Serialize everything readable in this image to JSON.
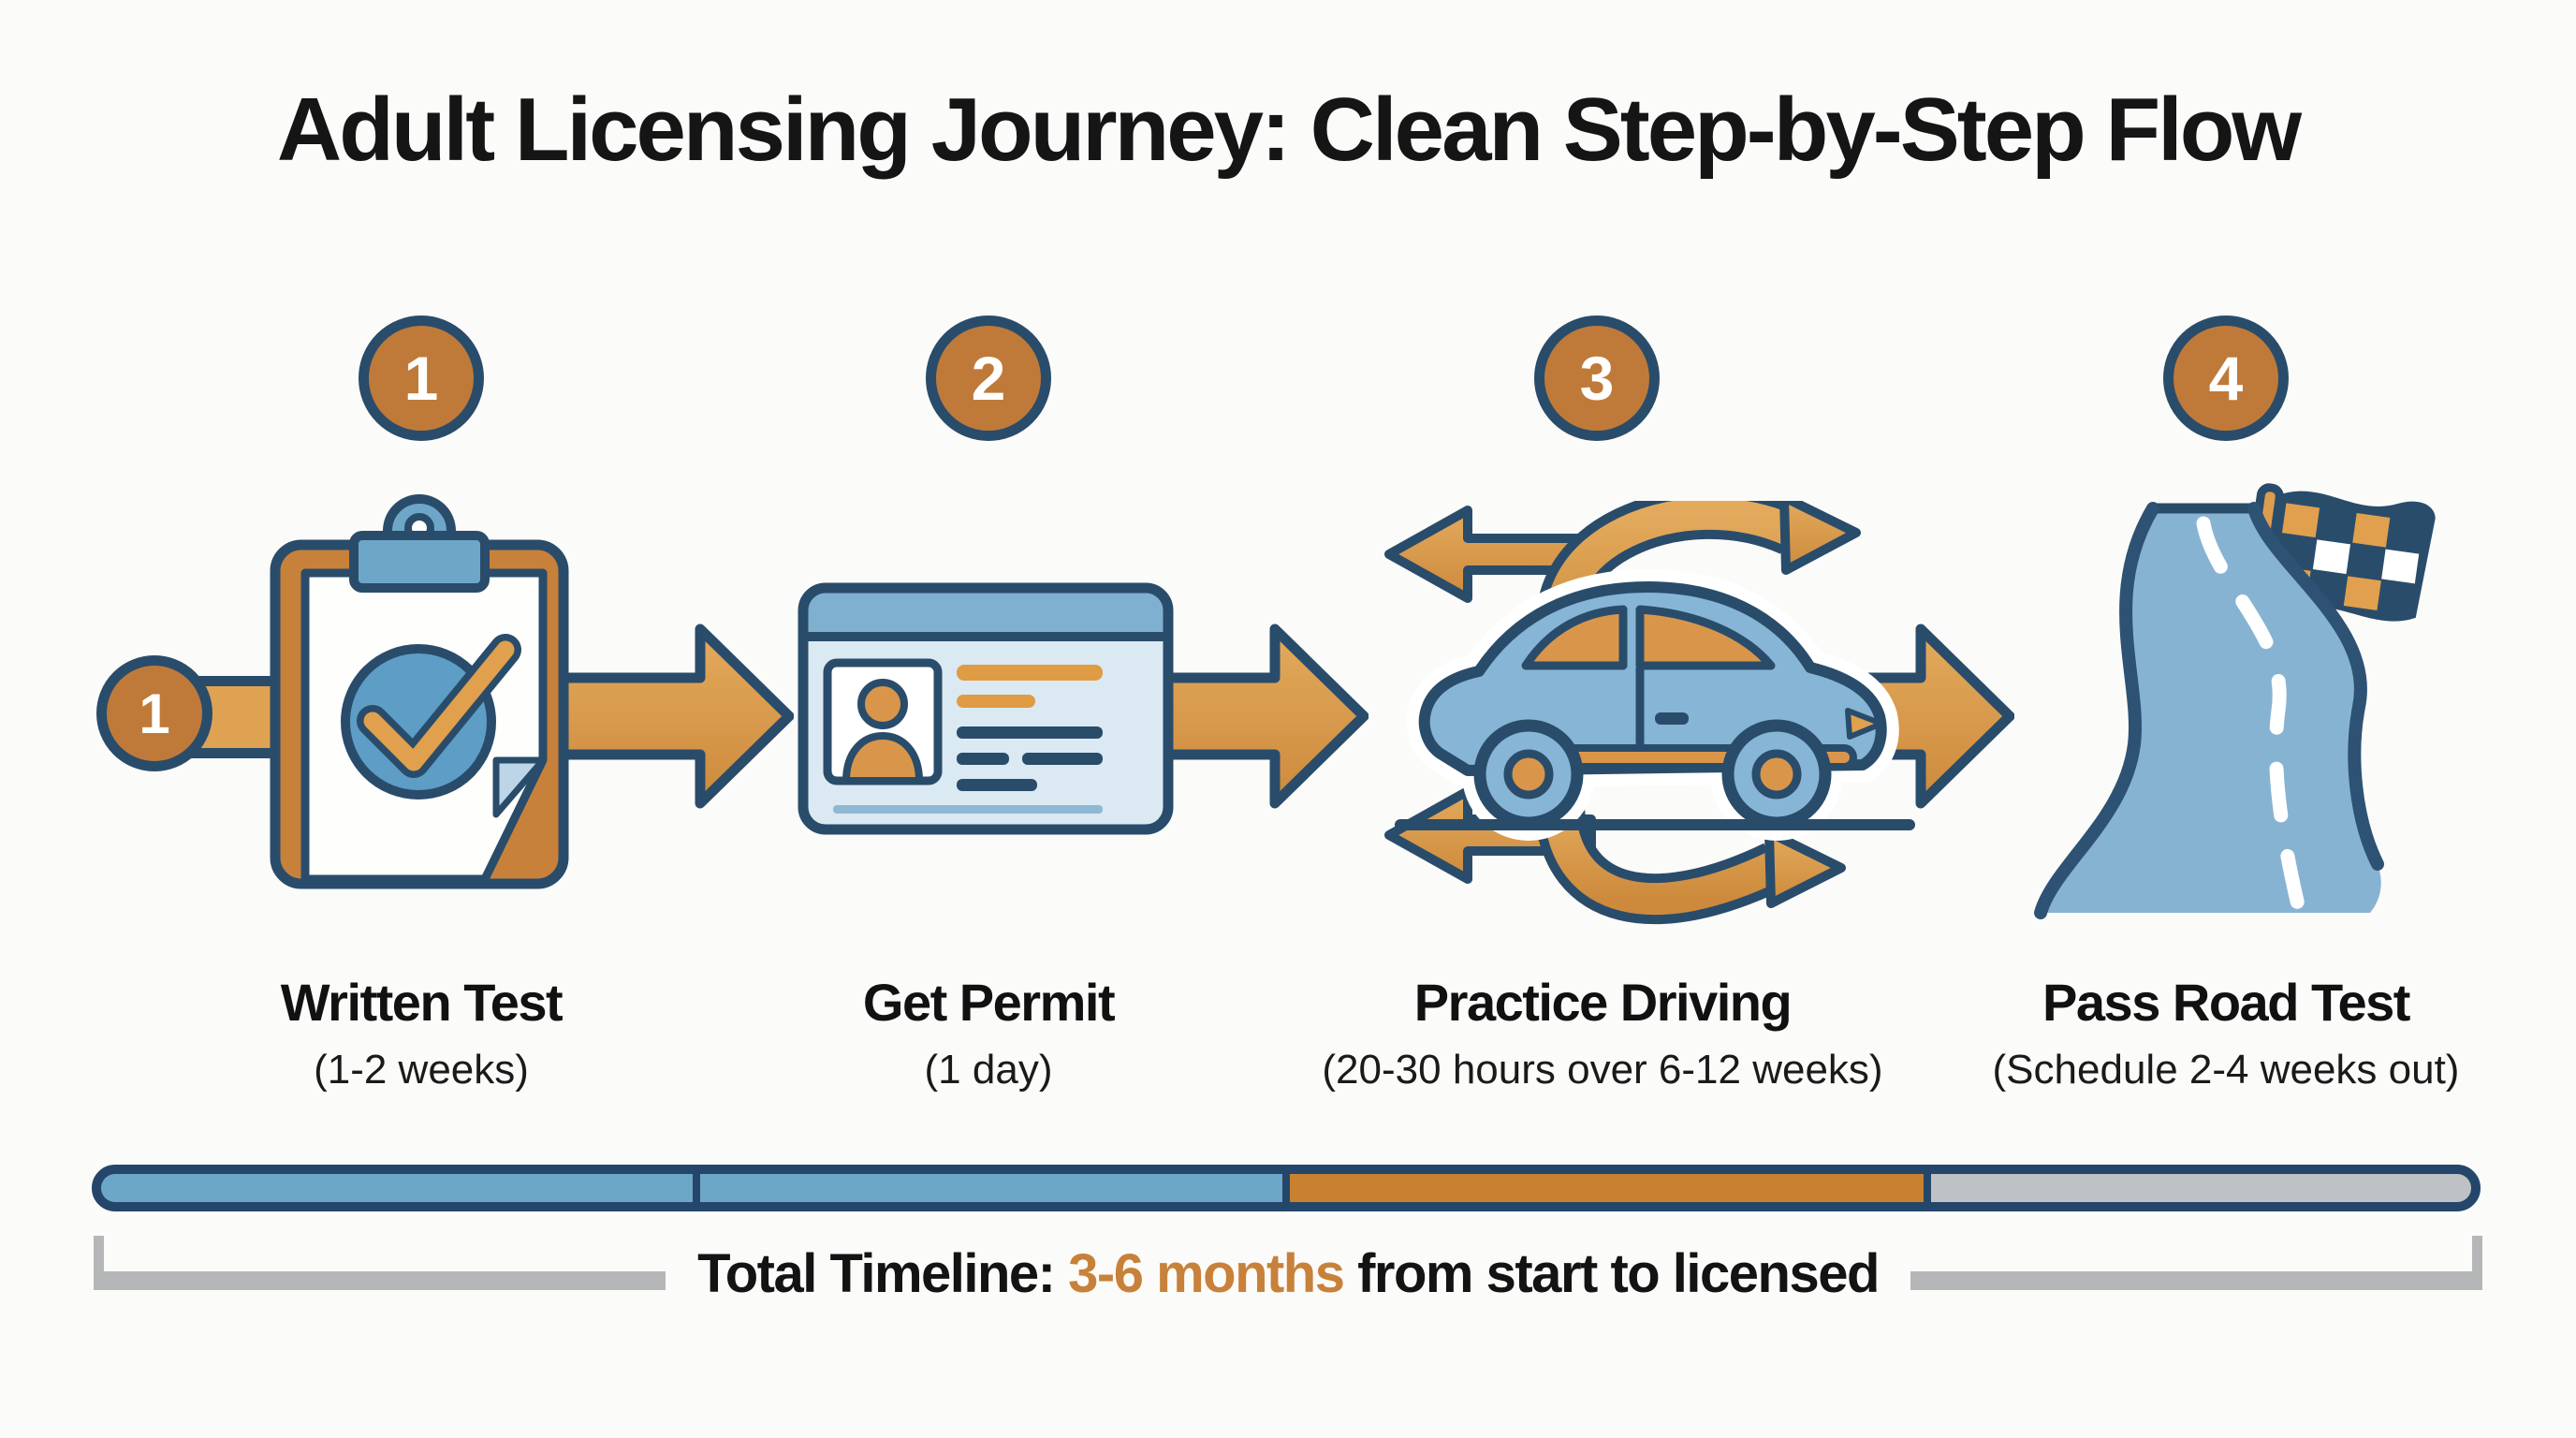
{
  "title": "Adult Licensing Journey: Clean Step-by-Step Flow",
  "start_marker": {
    "number": "1"
  },
  "steps": [
    {
      "number": "1",
      "title": "Written Test",
      "duration": "(1-2 weeks)",
      "icon": "clipboard-check-icon"
    },
    {
      "number": "2",
      "title": "Get Permit",
      "duration": "(1 day)",
      "icon": "id-card-icon"
    },
    {
      "number": "3",
      "title": "Practice Driving",
      "duration": "(20-30 hours over 6-12 weeks)",
      "icon": "car-practice-arrows-icon"
    },
    {
      "number": "4",
      "title": "Pass Road Test",
      "duration": "(Schedule 2-4 weeks out)",
      "icon": "road-finish-flag-icon"
    }
  ],
  "timeline_bar": {
    "segments": [
      {
        "color": "#6da7c8",
        "flex": 25.2
      },
      {
        "color": "#6da7c8",
        "flex": 24.8
      },
      {
        "color": "#c8822f",
        "flex": 27.0
      },
      {
        "color": "#bfc2c4",
        "flex": 23.0
      }
    ]
  },
  "total": {
    "prefix": "Total Timeline: ",
    "highlight": "3-6 months",
    "suffix": " from start to licensed"
  },
  "colors": {
    "navy_outline": "#2a4c6b",
    "orange_accent": "#c8813a",
    "arrow_orange": "#dfa253",
    "icon_blue": "#86b5d5",
    "timeline_blue": "#6da7c8",
    "timeline_gray": "#bfc2c4",
    "background": "#fbfbf9"
  }
}
